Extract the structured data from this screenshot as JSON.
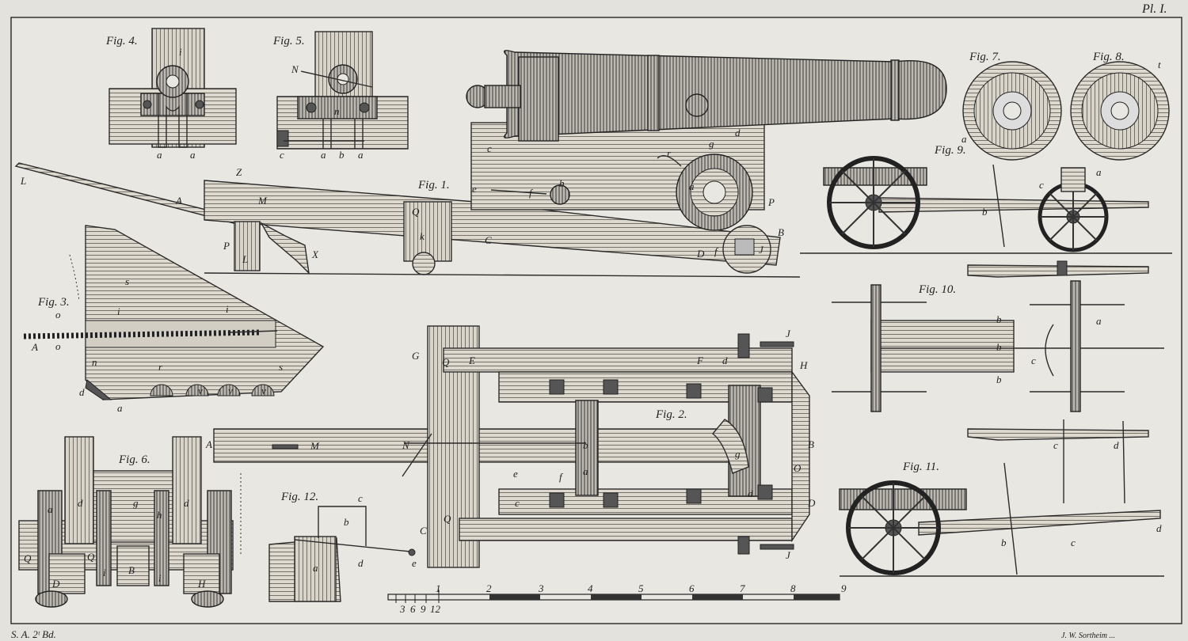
{
  "plate": {
    "number": "Pl. I.",
    "footer_left": "S. A. 2ᵗ Bd.",
    "footer_right": "J. W. Sortheim ..."
  },
  "figures": {
    "fig1": "Fig. 1.",
    "fig2": "Fig. 2.",
    "fig3": "Fig. 3.",
    "fig4": "Fig. 4.",
    "fig5": "Fig. 5.",
    "fig6": "Fig. 6.",
    "fig7": "Fig. 7.",
    "fig8": "Fig. 8.",
    "fig9": "Fig. 9.",
    "fig10": "Fig. 10.",
    "fig11": "Fig. 11.",
    "fig12": "Fig. 12."
  },
  "labels": {
    "fig1": [
      "L",
      "A",
      "Z",
      "M",
      "Q",
      "k",
      "C",
      "P",
      "L",
      "X",
      "c",
      "d",
      "g",
      "e",
      "f",
      "b",
      "r",
      "a",
      "P",
      "B",
      "D",
      "f",
      "J"
    ],
    "fig2": [
      "G",
      "Q",
      "E",
      "F",
      "d",
      "J",
      "H",
      "A",
      "M",
      "N",
      "b",
      "e",
      "f",
      "a",
      "g",
      "B",
      "O",
      "c",
      "C",
      "Q",
      "d",
      "D",
      "J",
      "Fig. 2."
    ],
    "fig3": [
      "s",
      "i",
      "i",
      "o",
      "A",
      "o",
      "n",
      "r",
      "s",
      "d",
      "v",
      "v",
      "v",
      "a"
    ],
    "fig4": [
      "i",
      "a",
      "a"
    ],
    "fig5": [
      "N",
      "c",
      "a",
      "b",
      "a",
      "n"
    ],
    "fig6": [
      "a",
      "d",
      "g",
      "d",
      "h",
      "Q",
      "Q",
      "i",
      "i",
      "D",
      "B",
      "H"
    ],
    "fig7": [
      "a"
    ],
    "fig8": [
      "t"
    ],
    "fig9": [
      "a",
      "b",
      "c"
    ],
    "fig10": [
      "b",
      "b",
      "b",
      "a",
      "c"
    ],
    "fig11": [
      "b",
      "c",
      "d",
      "c",
      "d"
    ],
    "fig12": [
      "c",
      "b",
      "d",
      "e",
      "a"
    ]
  },
  "scale": {
    "major": [
      "1",
      "2",
      "3",
      "4",
      "5",
      "6",
      "7",
      "8",
      "9"
    ],
    "minor": [
      "3",
      "6",
      "9",
      "12"
    ]
  }
}
